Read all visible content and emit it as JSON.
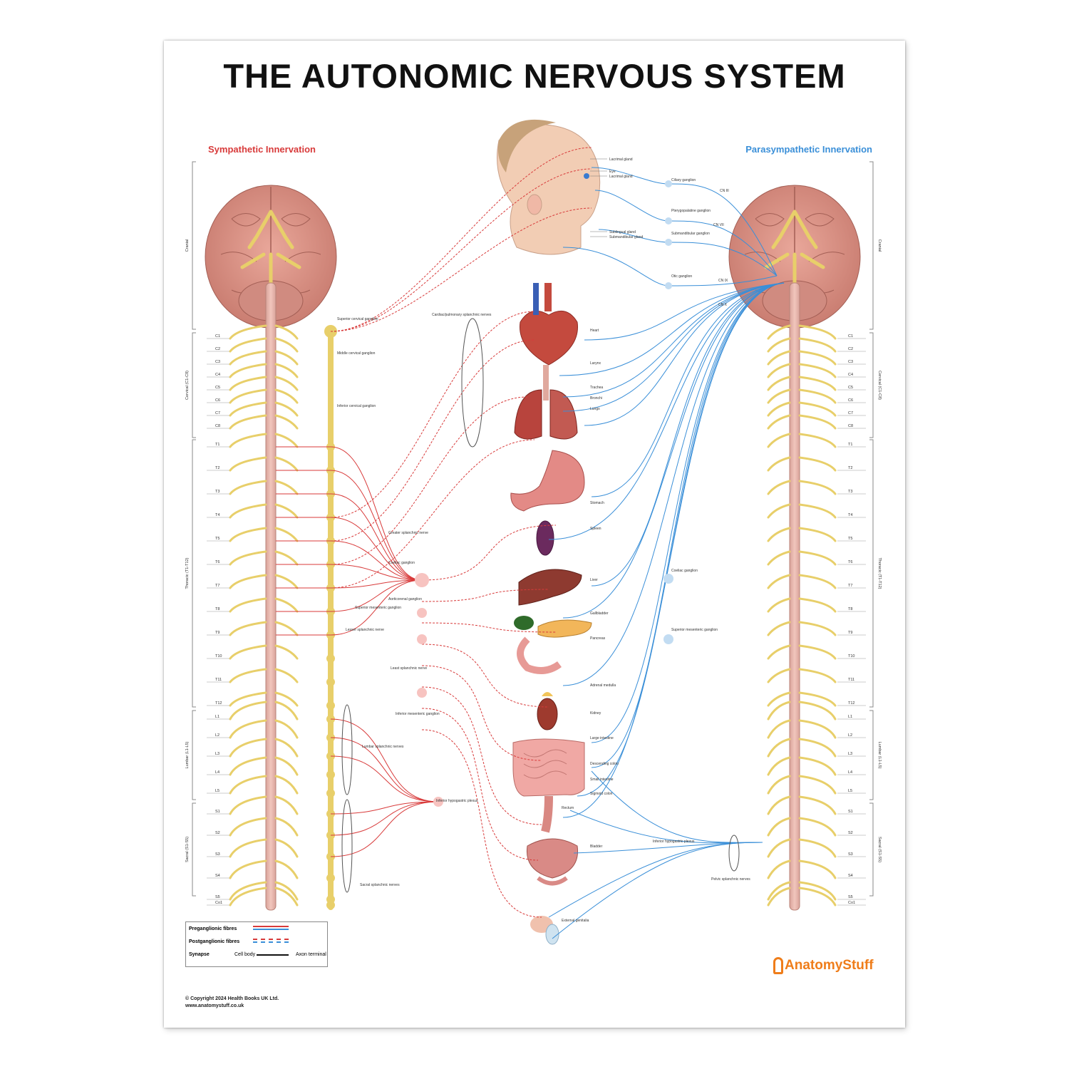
{
  "title": "THE AUTONOMIC NERVOUS SYSTEM",
  "sympathetic_heading": "Sympathetic Innervation",
  "parasympathetic_heading": "Parasympathetic Innervation",
  "colors": {
    "sympathetic": "#d83a3a",
    "parasympathetic": "#3a8fd8",
    "nerve": "#e8cf6a",
    "brand": "#ef7d1a"
  },
  "region_labels": [
    "Cranial",
    "Cervical (C1-C8)",
    "Thoracic (T1-T12)",
    "Lumbar (L1-L5)",
    "Sacral (S1-S5)"
  ],
  "left_vertebrae": [
    "C1",
    "C2",
    "C3",
    "C4",
    "C5",
    "C6",
    "C7",
    "C8",
    "T1",
    "T2",
    "T3",
    "T4",
    "T5",
    "T6",
    "T7",
    "T8",
    "T9",
    "T10",
    "T11",
    "T12",
    "L1",
    "L2",
    "L3",
    "L4",
    "L5",
    "S1",
    "S2",
    "S3",
    "S4",
    "S5",
    "Co1"
  ],
  "right_vertebrae": [
    "C1",
    "C2",
    "C3",
    "C4",
    "C5",
    "C6",
    "C7",
    "C8",
    "T1",
    "T2",
    "T3",
    "T4",
    "T5",
    "T6",
    "T7",
    "T8",
    "T9",
    "T10",
    "T11",
    "T12",
    "L1",
    "L2",
    "L3",
    "L4",
    "L5",
    "S1",
    "S2",
    "S3",
    "S4",
    "S5",
    "Co1"
  ],
  "face_labels": [
    "Lacrimal gland",
    "Lacrimal gland",
    "Eye",
    "Sublingual gland",
    "Submandibular gland"
  ],
  "para_ganglia": [
    "Ciliary ganglion",
    "Pterygopalatine ganglion",
    "Submandibular ganglion",
    "Otic ganglion",
    "CN III",
    "CN VII",
    "CN IX",
    "CN X"
  ],
  "sym_ganglia": [
    "Superior cervical ganglion",
    "Middle cervical ganglion",
    "Inferior cervical ganglion",
    "Cardiac/pulmonary splanchnic nerves",
    "Greater splanchnic nerve",
    "Coeliac ganglion",
    "Aorticorenal ganglion",
    "Superior mesenteric ganglion",
    "Lesser splanchnic nerve",
    "Least splanchnic nerve",
    "Inferior mesenteric ganglion",
    "Lumbar splanchnic nerves",
    "Inferior hypogastric plexus",
    "Sacral splanchnic nerves"
  ],
  "organ_labels": [
    "Heart",
    "Larynx",
    "Trachea",
    "Bronchi",
    "Lungs",
    "Stomach",
    "Spleen",
    "Liver",
    "Gallbladder",
    "Pancreas",
    "Adrenal medulla",
    "Kidney",
    "Large intestine",
    "Descending colon",
    "Small intestine",
    "Sigmoid colon",
    "Rectum",
    "Bladder",
    "External genitalia"
  ],
  "right_plexus_labels": [
    "Coeliac ganglion",
    "Superior mesenteric ganglion",
    "Inferior hypogastric plexus",
    "Pelvic splanchnic nerves"
  ],
  "legend": {
    "preganglionic": "Preganglionic fibres",
    "postganglionic": "Postganglionic fibres",
    "synapse": "Synapse",
    "cell_body": "Cell body",
    "axon_terminal": "Axon terminal"
  },
  "copyright_line1": "© Copyright 2024 Health Books UK Ltd.",
  "copyright_line2": "www.anatomystuff.co.uk",
  "brand": "AnatomyStuff"
}
